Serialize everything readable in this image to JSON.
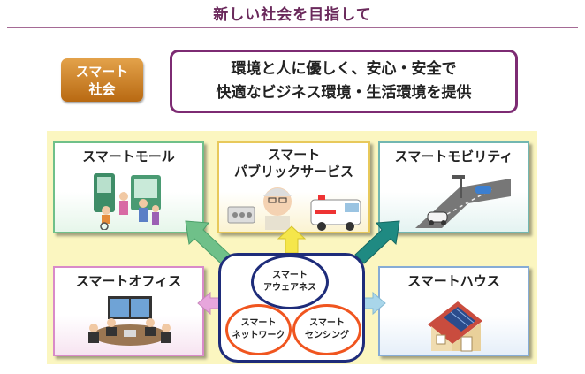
{
  "title": "新しい社会を目指して",
  "badge": {
    "line1": "スマート",
    "line2": "社会"
  },
  "concept": {
    "line1": "環境と人に優しく、安心・安全で",
    "line2": "快適なビジネス環境・生活環境を提供"
  },
  "cards": {
    "mall": "スマートモール",
    "public_line1": "スマート",
    "public_line2": "パブリックサービス",
    "mobility": "スマートモビリティ",
    "office": "スマートオフィス",
    "house": "スマートハウス"
  },
  "hub": {
    "awareness_line1": "スマート",
    "awareness_line2": "アウェアネス",
    "network_line1": "スマート",
    "network_line2": "ネットワーク",
    "sensing_line1": "スマート",
    "sensing_line2": "センシング"
  },
  "colors": {
    "title": "#6b2a5c",
    "badge": "#c67a1f",
    "concept_border": "#7d2b73",
    "field_bg": "#fbf6c0",
    "hub_border": "#1e2c7a",
    "circle_orange": "#f0551f",
    "arrow_mall": "#6fc089",
    "arrow_public": "#f5e64a",
    "arrow_mobility": "#1f8a82",
    "arrow_office": "#e7a6dc",
    "arrow_house": "#a9d6ea"
  }
}
